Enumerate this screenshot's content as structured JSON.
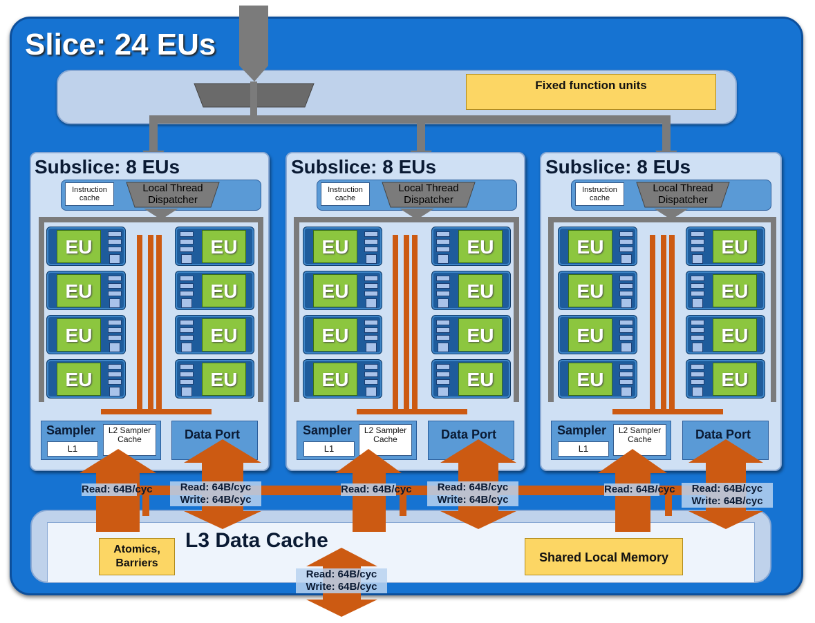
{
  "slice": {
    "title": "Slice: 24 EUs"
  },
  "fixed_function": {
    "label": "Fixed function units"
  },
  "subslices": [
    {
      "title": "Subslice: 8 EUs",
      "instruction_cache": "Instruction cache",
      "dispatcher": "Local Thread Dispatcher",
      "eu_label": "EU",
      "sampler": "Sampler",
      "l1": "L1",
      "l2_sampler_cache": "L2 Sampler Cache",
      "data_port": "Data Port",
      "sampler_bandwidth": "Read: 64B/cyc",
      "data_port_bandwidth": "Read: 64B/cyc Write: 64B/cyc"
    },
    {
      "title": "Subslice: 8 EUs",
      "instruction_cache": "Instruction cache",
      "dispatcher": "Local Thread Dispatcher",
      "eu_label": "EU",
      "sampler": "Sampler",
      "l1": "L1",
      "l2_sampler_cache": "L2 Sampler Cache",
      "data_port": "Data Port",
      "sampler_bandwidth": "Read: 64B/cyc",
      "data_port_bandwidth": "Read: 64B/cyc Write: 64B/cyc"
    },
    {
      "title": "Subslice: 8 EUs",
      "instruction_cache": "Instruction cache",
      "dispatcher": "Local Thread Dispatcher",
      "eu_label": "EU",
      "sampler": "Sampler",
      "l1": "L1",
      "l2_sampler_cache": "L2 Sampler Cache",
      "data_port": "Data Port",
      "sampler_bandwidth": "Read: 64B/cyc",
      "data_port_bandwidth": "Read: 64B/cyc Write: 64B/cyc"
    }
  ],
  "l3": {
    "title": "L3 Data Cache",
    "atomics": "Atomics, Barriers",
    "shared_local_memory": "Shared Local Memory",
    "bandwidth": "Read: 64B/cyc Write: 64B/cyc"
  },
  "colors": {
    "slice_blue": "#1673d2",
    "bus_orange": "#cc5a12",
    "dispatch_gray": "#7b7b7b",
    "eu_green": "#8cc63f",
    "highlight_yellow": "#fcd664"
  }
}
